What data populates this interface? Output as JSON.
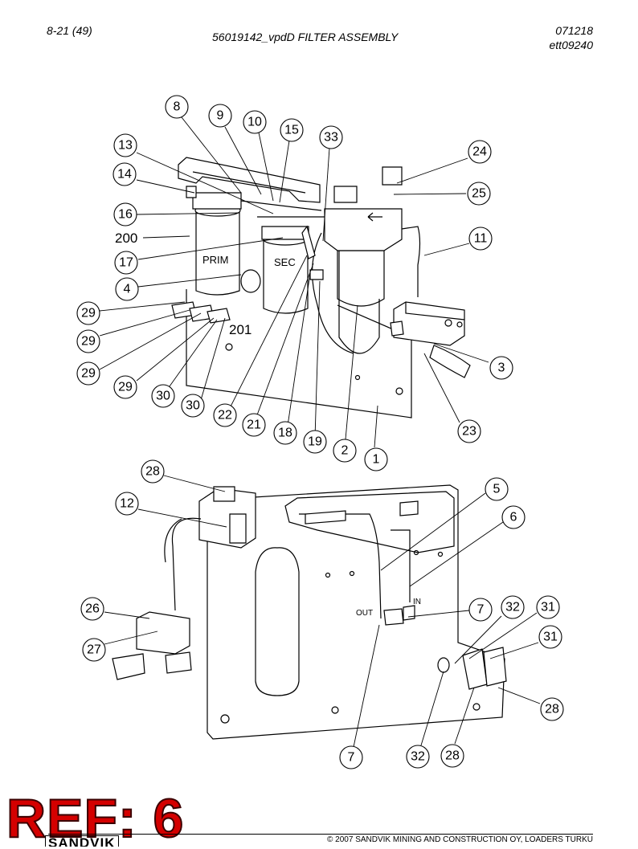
{
  "header": {
    "page": "8-21 (49)",
    "title": "56019142_vpdD FILTER ASSEMBLY",
    "date": "071218",
    "code": "ett09240"
  },
  "callouts_top": [
    "8",
    "9",
    "10",
    "15",
    "33",
    "13",
    "24",
    "14",
    "25",
    "16",
    "11",
    "17",
    "4",
    "29",
    "29",
    "29",
    "29",
    "30",
    "30",
    "3",
    "22",
    "21",
    "18",
    "19",
    "2",
    "1",
    "23"
  ],
  "callouts_bottom": [
    "28",
    "12",
    "5",
    "6",
    "26",
    "27",
    "7",
    "32",
    "31",
    "31",
    "28",
    "7",
    "32",
    "28"
  ],
  "labels": {
    "prim": "PRIM",
    "sec": "SEC",
    "part_200": "200",
    "part_201": "201",
    "out": "OUT",
    "in": "IN"
  },
  "stamp": "REF: 6",
  "logo_text": "SANDVIK",
  "copyright": "© 2007 SANDVIK MINING AND CONSTRUCTION OY, LOADERS TURKU"
}
